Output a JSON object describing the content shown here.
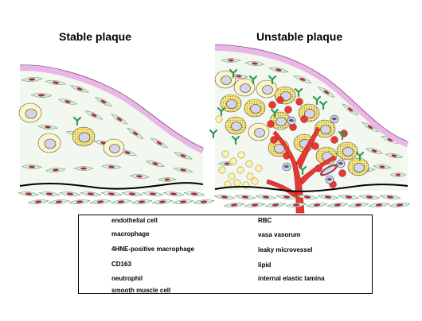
{
  "titles": {
    "left": "Stable plaque",
    "right": "Unstable plaque"
  },
  "legend": {
    "left_column": [
      {
        "icon": "endothelial-cell-icon",
        "label": "endothelial cell"
      },
      {
        "icon": "macrophage-icon",
        "label": "macrophage"
      },
      {
        "icon": "hne-positive-macrophage-icon",
        "label": "4HNE-positive macrophage"
      },
      {
        "icon": "cd163-icon",
        "label": "CD163"
      },
      {
        "icon": "neutrophil-icon",
        "label": "neutrophil"
      },
      {
        "icon": "smooth-muscle-cell-icon",
        "label": "smooth muscle cell"
      }
    ],
    "right_column": [
      {
        "icon": "rbc-icon",
        "label": "RBC"
      },
      {
        "icon": "vasa-vasorum-icon",
        "label": "vasa vasorum"
      },
      {
        "icon": "leaky-microvessel-icon",
        "label": "leaky microvessel"
      },
      {
        "icon": "lipid-icon",
        "label": "lipid"
      },
      {
        "icon": "internal-elastic-lamina-icon",
        "label": "internal elastic lamina"
      }
    ]
  },
  "colors": {
    "endothelial": "#e9b6e6",
    "endothelial_nucleus": "#8a2a6a",
    "smc": "#dcefd8",
    "smc_outline": "#5a8f5a",
    "smc_nucleus": "#b02050",
    "macrophage": "#fdf6c4",
    "macrophage_nucleus": "#d4d4ea",
    "hne_macrophage": "#f5e37a",
    "cd163": "#2e9a56",
    "rbc": "#e53935",
    "vessel": "#e53935",
    "lipid": "#fdf2b0"
  }
}
